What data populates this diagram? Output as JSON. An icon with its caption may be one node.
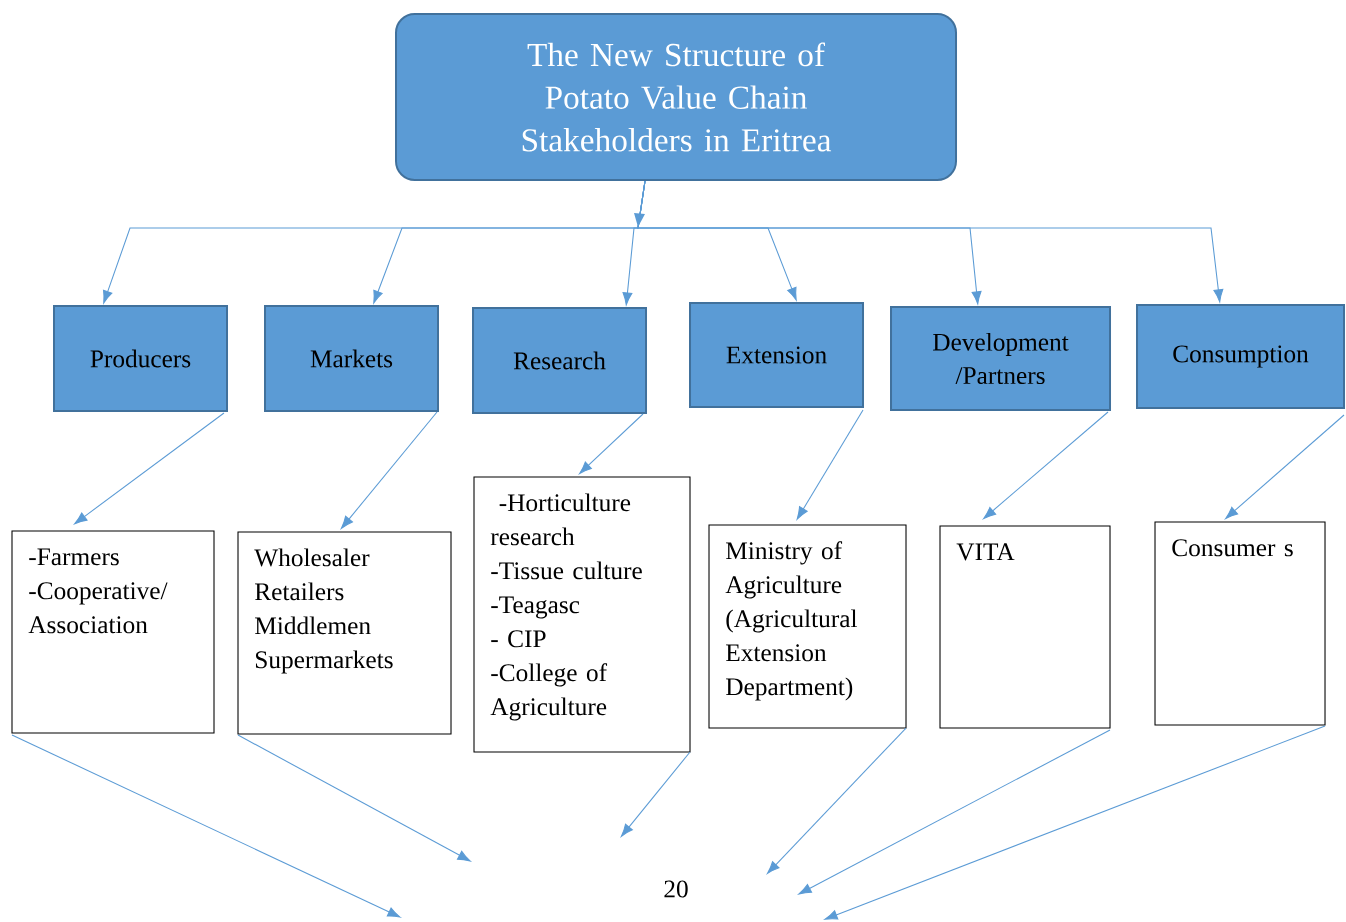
{
  "diagram": {
    "nodes": [
      {
        "text": [
          "The New Structure of Potato Value Chain Stakeholders in Eritrea"
        ]
      },
      {
        "text": [
          "Producers"
        ]
      },
      {
        "text": [
          "Markets"
        ]
      },
      {
        "text": [
          "Research"
        ]
      },
      {
        "text": [
          "Extension"
        ]
      },
      {
        "text": [
          "Development /Partners"
        ]
      },
      {
        "text": [
          "Consumption"
        ]
      },
      {
        "text": [
          "-Farmers",
          "-Cooperative/ Association"
        ]
      },
      {
        "text": [
          "Wholesaler",
          "Retailers",
          "Middlemen",
          "Supermarkets"
        ]
      },
      {
        "text": [
          " -Horticulture research",
          "-Tissue culture",
          "-Teagasc",
          "- CIP",
          "-College of Agriculture"
        ]
      },
      {
        "text": [
          "Ministry of Agriculture (Agricultural Extension Department)"
        ]
      },
      {
        "text": [
          "VITA"
        ]
      },
      {
        "text": [
          "Consumer s"
        ]
      }
    ],
    "edges": [
      {
        "from": 0,
        "to": 1,
        "arrow": "to"
      },
      {
        "from": 0,
        "to": 2,
        "arrow": "to"
      },
      {
        "from": 0,
        "to": 3,
        "arrow": "to"
      },
      {
        "from": 0,
        "to": 4,
        "arrow": "to"
      },
      {
        "from": 0,
        "to": 5,
        "arrow": "to"
      },
      {
        "from": 0,
        "to": 6,
        "arrow": "to"
      },
      {
        "from": 1,
        "to": 7,
        "arrow": "to"
      },
      {
        "from": 2,
        "to": 8,
        "arrow": "to"
      },
      {
        "from": 3,
        "to": 9,
        "arrow": "to"
      },
      {
        "from": 4,
        "to": 10,
        "arrow": "to"
      },
      {
        "from": 5,
        "to": 11,
        "arrow": "to"
      },
      {
        "from": 6,
        "to": 12,
        "arrow": "to"
      },
      {
        "from": 7,
        "to": null,
        "arrow": "to"
      },
      {
        "from": 8,
        "to": null,
        "arrow": "to"
      },
      {
        "from": 9,
        "to": null,
        "arrow": "to"
      },
      {
        "from": 10,
        "to": null,
        "arrow": "to"
      },
      {
        "from": 11,
        "to": null,
        "arrow": "to"
      },
      {
        "from": 12,
        "to": null,
        "arrow": "to"
      }
    ],
    "labels": [
      "20"
    ]
  }
}
